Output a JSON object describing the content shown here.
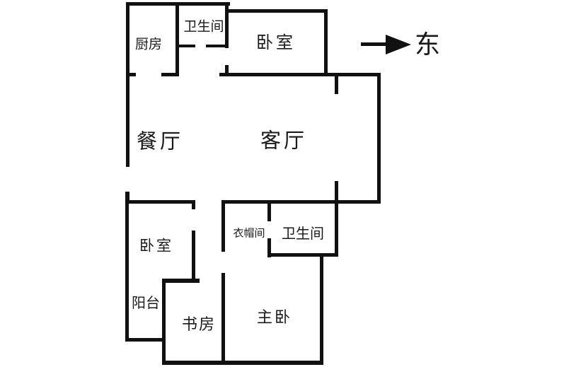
{
  "compass": {
    "label": "东",
    "direction": "east"
  },
  "rooms": [
    {
      "name": "kitchen",
      "label": "厨房"
    },
    {
      "name": "bathroom-top",
      "label": "卫生间"
    },
    {
      "name": "bedroom-top",
      "label": "卧室"
    },
    {
      "name": "dining-room",
      "label": "餐厅"
    },
    {
      "name": "living-room",
      "label": "客厅"
    },
    {
      "name": "bedroom-left",
      "label": "卧室"
    },
    {
      "name": "cloakroom",
      "label": "衣帽间"
    },
    {
      "name": "bathroom-lower",
      "label": "卫生间"
    },
    {
      "name": "balcony",
      "label": "阳台"
    },
    {
      "name": "study",
      "label": "书房"
    },
    {
      "name": "master-bedroom",
      "label": "主卧"
    }
  ],
  "floorplan": {
    "wall_color": "#111111",
    "walls": [
      [
        178,
        3,
        147,
        5
      ],
      [
        178,
        3,
        5,
        233
      ],
      [
        177,
        271,
        6,
        16
      ],
      [
        248,
        3,
        5,
        104
      ],
      [
        318,
        3,
        5,
        65
      ],
      [
        250,
        63,
        26,
        4
      ],
      [
        291,
        63,
        31,
        4
      ],
      [
        322,
        13,
        141,
        5
      ],
      [
        458,
        13,
        5,
        95
      ],
      [
        318,
        92,
        5,
        15
      ],
      [
        178,
        103,
        14,
        5
      ],
      [
        228,
        103,
        25,
        5
      ],
      [
        310,
        103,
        228,
        5
      ],
      [
        473,
        103,
        5,
        30
      ],
      [
        533,
        103,
        5,
        185
      ],
      [
        473,
        256,
        5,
        107
      ],
      [
        177,
        283,
        96,
        5
      ],
      [
        315,
        283,
        223,
        5
      ],
      [
        271,
        283,
        5,
        13
      ],
      [
        271,
        326,
        5,
        74
      ],
      [
        230,
        394,
        52,
        6
      ],
      [
        229,
        394,
        5,
        122
      ],
      [
        177,
        283,
        5,
        200
      ],
      [
        177,
        478,
        53,
        5
      ],
      [
        229,
        510,
        228,
        6
      ],
      [
        452,
        360,
        5,
        156
      ],
      [
        313,
        283,
        5,
        73
      ],
      [
        313,
        386,
        5,
        130
      ],
      [
        378,
        283,
        5,
        30
      ],
      [
        378,
        337,
        5,
        27
      ],
      [
        378,
        358,
        100,
        5
      ]
    ]
  }
}
